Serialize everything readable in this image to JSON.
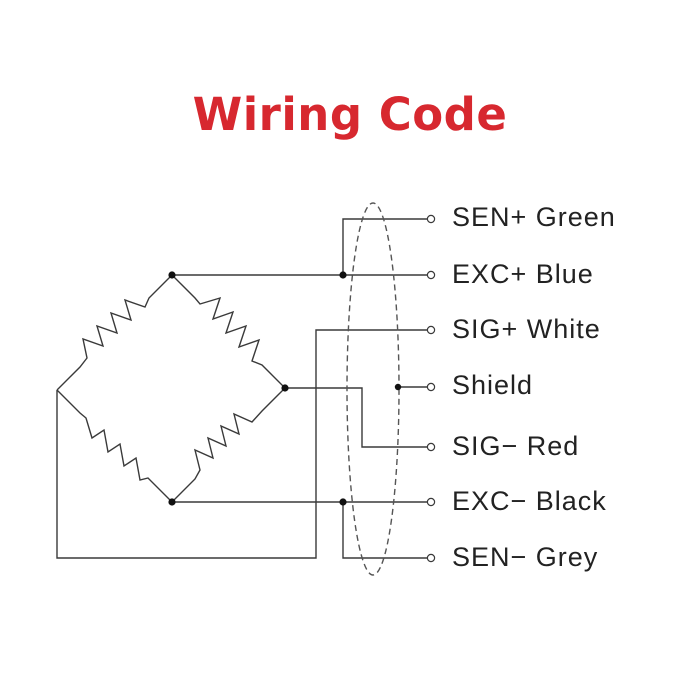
{
  "title": "Wiring Code",
  "colors": {
    "title": "#d7282f",
    "line": "#3a3a3a"
  },
  "terminals": [
    {
      "id": "sen-plus",
      "label": "SEN+ Green"
    },
    {
      "id": "exc-plus",
      "label": "EXC+ Blue"
    },
    {
      "id": "sig-plus",
      "label": "SIG+ White"
    },
    {
      "id": "shield",
      "label": "Shield"
    },
    {
      "id": "sig-minus",
      "label": "SIG− Red"
    },
    {
      "id": "exc-minus",
      "label": "EXC− Black"
    },
    {
      "id": "sen-minus",
      "label": "SEN− Grey"
    }
  ]
}
